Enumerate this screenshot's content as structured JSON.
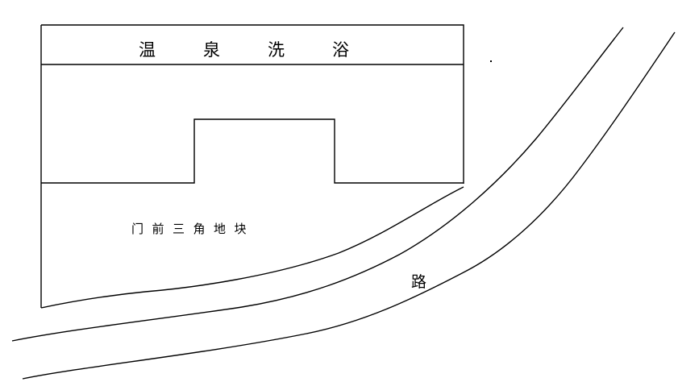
{
  "building": {
    "name": "温泉洗浴"
  },
  "plot": {
    "label": "门前三角地块"
  },
  "road": {
    "label": "路"
  },
  "colors": {
    "background": "#ffffff",
    "ink": "#000000"
  }
}
